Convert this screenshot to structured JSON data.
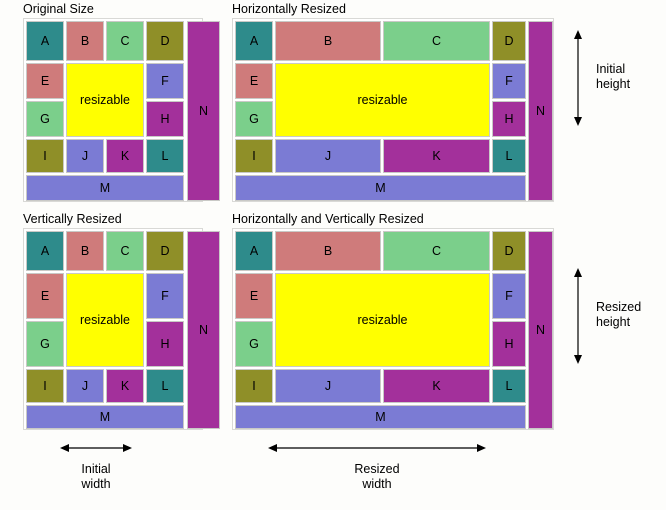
{
  "background": "#fdfdfb",
  "palette": {
    "A": "#2e8b8b",
    "B": "#cf7b7b",
    "C": "#7bcf8b",
    "D": "#8f8f28",
    "E": "#cf7b7b",
    "F": "#7b7bd4",
    "G": "#7bcf8b",
    "H": "#a3309b",
    "I": "#8f8f28",
    "J": "#7b7bd4",
    "K": "#a3309b",
    "L": "#2e8b8b",
    "M": "#7b7bd4",
    "N": "#a3309b",
    "resizable": "#ffff00",
    "grid_background": "#ffffff",
    "cell_border": "#c9c9c6",
    "panel_border": "#d9d9d6",
    "text": "#000000",
    "arrow": "#000000"
  },
  "panels": [
    {
      "id": "original-size",
      "title": "Original Size",
      "cells": [
        {
          "key": "A",
          "label": "A"
        },
        {
          "key": "B",
          "label": "B"
        },
        {
          "key": "C",
          "label": "C"
        },
        {
          "key": "D",
          "label": "D"
        },
        {
          "key": "E",
          "label": "E"
        },
        {
          "key": "F",
          "label": "F"
        },
        {
          "key": "G",
          "label": "G"
        },
        {
          "key": "H",
          "label": "H"
        },
        {
          "key": "I",
          "label": "I"
        },
        {
          "key": "J",
          "label": "J"
        },
        {
          "key": "K",
          "label": "K"
        },
        {
          "key": "L",
          "label": "L"
        },
        {
          "key": "M",
          "label": "M"
        },
        {
          "key": "N",
          "label": "N"
        },
        {
          "key": "resizable",
          "label": "resizable"
        }
      ]
    },
    {
      "id": "horizontally-resized",
      "title": "Horizontally Resized",
      "cells": [
        {
          "key": "A",
          "label": "A"
        },
        {
          "key": "B",
          "label": "B"
        },
        {
          "key": "C",
          "label": "C"
        },
        {
          "key": "D",
          "label": "D"
        },
        {
          "key": "E",
          "label": "E"
        },
        {
          "key": "F",
          "label": "F"
        },
        {
          "key": "G",
          "label": "G"
        },
        {
          "key": "H",
          "label": "H"
        },
        {
          "key": "I",
          "label": "I"
        },
        {
          "key": "J",
          "label": "J"
        },
        {
          "key": "K",
          "label": "K"
        },
        {
          "key": "L",
          "label": "L"
        },
        {
          "key": "M",
          "label": "M"
        },
        {
          "key": "N",
          "label": "N"
        },
        {
          "key": "resizable",
          "label": "resizable"
        }
      ]
    },
    {
      "id": "vertically-resized",
      "title": "Vertically Resized",
      "cells": [
        {
          "key": "A",
          "label": "A"
        },
        {
          "key": "B",
          "label": "B"
        },
        {
          "key": "C",
          "label": "C"
        },
        {
          "key": "D",
          "label": "D"
        },
        {
          "key": "E",
          "label": "E"
        },
        {
          "key": "F",
          "label": "F"
        },
        {
          "key": "G",
          "label": "G"
        },
        {
          "key": "H",
          "label": "H"
        },
        {
          "key": "I",
          "label": "I"
        },
        {
          "key": "J",
          "label": "J"
        },
        {
          "key": "K",
          "label": "K"
        },
        {
          "key": "L",
          "label": "L"
        },
        {
          "key": "M",
          "label": "M"
        },
        {
          "key": "N",
          "label": "N"
        },
        {
          "key": "resizable",
          "label": "resizable"
        }
      ]
    },
    {
      "id": "horizontally-and-vertically-resized",
      "title": "Horizontally and Vertically Resized",
      "cells": [
        {
          "key": "A",
          "label": "A"
        },
        {
          "key": "B",
          "label": "B"
        },
        {
          "key": "C",
          "label": "C"
        },
        {
          "key": "D",
          "label": "D"
        },
        {
          "key": "E",
          "label": "E"
        },
        {
          "key": "F",
          "label": "F"
        },
        {
          "key": "G",
          "label": "G"
        },
        {
          "key": "H",
          "label": "H"
        },
        {
          "key": "I",
          "label": "I"
        },
        {
          "key": "J",
          "label": "J"
        },
        {
          "key": "K",
          "label": "K"
        },
        {
          "key": "L",
          "label": "L"
        },
        {
          "key": "M",
          "label": "M"
        },
        {
          "key": "N",
          "label": "N"
        },
        {
          "key": "resizable",
          "label": "resizable"
        }
      ]
    }
  ],
  "annotations": {
    "initial_height_line1": "Initial",
    "initial_height_line2": "height",
    "resized_height_line1": "Resized",
    "resized_height_line2": "height",
    "initial_width_line1": "Initial",
    "initial_width_line2": "width",
    "resized_width_line1": "Resized",
    "resized_width_line2": "width"
  }
}
